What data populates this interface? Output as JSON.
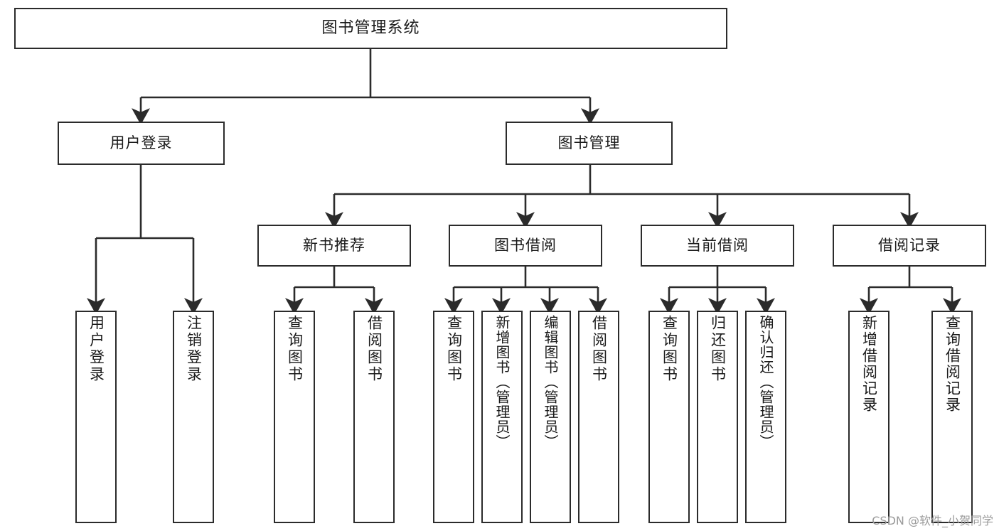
{
  "diagram": {
    "kind": "tree-hierarchy-chart",
    "title": "图书管理系统",
    "line_color": "#2b2b2b",
    "box_fill": "#ffffff",
    "text_color": "#1a1a1a"
  },
  "nodes": {
    "root": {
      "label": "图书管理系统"
    },
    "level2": [
      {
        "id": "user-login",
        "label": "用户登录"
      },
      {
        "id": "book-manage",
        "label": "图书管理"
      }
    ],
    "level3": [
      {
        "id": "new-book-recommend",
        "label": "新书推荐"
      },
      {
        "id": "book-borrow",
        "label": "图书借阅"
      },
      {
        "id": "current-borrow",
        "label": "当前借阅"
      },
      {
        "id": "borrow-record",
        "label": "借阅记录"
      }
    ],
    "leaves": {
      "user_login": [
        {
          "id": "leaf-user-login",
          "label": "用户登录"
        },
        {
          "id": "leaf-user-logout",
          "label": "注销登录"
        }
      ],
      "new_book_recommend": [
        {
          "id": "leaf-query-book-1",
          "label": "查询图书"
        },
        {
          "id": "leaf-borrow-book-1",
          "label": "借阅图书"
        }
      ],
      "book_borrow": [
        {
          "id": "leaf-query-book-2",
          "label": "查询图书"
        },
        {
          "id": "leaf-add-book",
          "label": "新增图书（管理员）"
        },
        {
          "id": "leaf-edit-book",
          "label": "编辑图书（管理员）"
        },
        {
          "id": "leaf-borrow-book-2",
          "label": "借阅图书"
        }
      ],
      "current_borrow": [
        {
          "id": "leaf-query-book-3",
          "label": "查询图书"
        },
        {
          "id": "leaf-return-book",
          "label": "归还图书"
        },
        {
          "id": "leaf-confirm-return",
          "label": "确认归还（管理员）"
        }
      ],
      "borrow_record": [
        {
          "id": "leaf-add-record",
          "label": "新增借阅记录"
        },
        {
          "id": "leaf-query-record",
          "label": "查询借阅记录"
        }
      ]
    }
  },
  "watermark": {
    "text": "CSDN @软件_小贺同学"
  }
}
